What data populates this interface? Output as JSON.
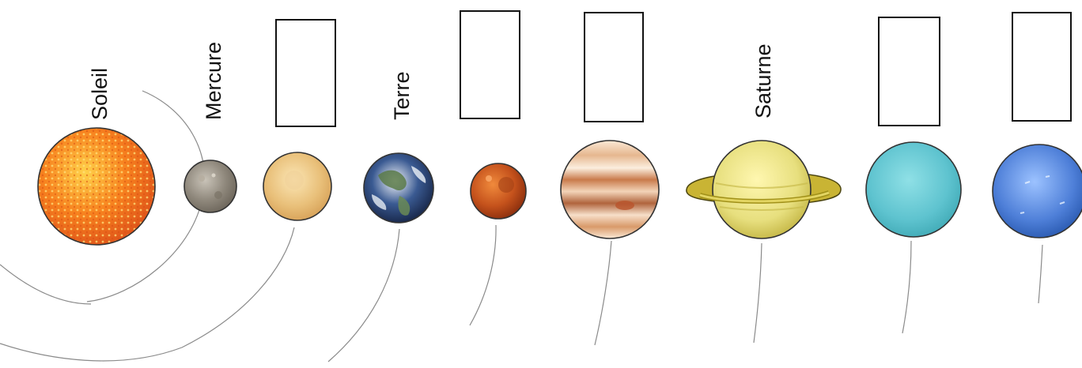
{
  "diagram": {
    "labels": {
      "sun": "Soleil",
      "mercury": "Mercure",
      "earth": "Terre",
      "saturn": "Saturne"
    },
    "bodies": [
      {
        "key": "sun",
        "name": "sun-body",
        "colors": [
          "#ffd24a",
          "#f7811e",
          "#e0561a"
        ]
      },
      {
        "key": "mercury",
        "name": "mercury-planet",
        "colors": [
          "#c9c3b8",
          "#8f887c",
          "#6e675c"
        ]
      },
      {
        "key": "venus",
        "name": "venus-planet",
        "colors": [
          "#fbe6b5",
          "#e9c07a",
          "#d9a55c"
        ]
      },
      {
        "key": "earth",
        "name": "earth-planet",
        "colors": [
          "#f4f6fa",
          "#3a5a92",
          "#1a2a4e"
        ]
      },
      {
        "key": "mars",
        "name": "mars-planet",
        "colors": [
          "#f08a3c",
          "#c5521c",
          "#8e300e"
        ]
      },
      {
        "key": "jupiter",
        "name": "jupiter-planet",
        "colors": [
          "#fbe9d6",
          "#d99a6a",
          "#b0643d"
        ]
      },
      {
        "key": "saturn",
        "name": "saturn-planet",
        "colors": [
          "#fff7b0",
          "#e7df7e",
          "#c9bc4d"
        ]
      },
      {
        "key": "uranus",
        "name": "uranus-planet",
        "colors": [
          "#8fe0e6",
          "#5ec3cf",
          "#45aeba"
        ]
      },
      {
        "key": "neptune",
        "name": "neptune-planet",
        "colors": [
          "#9cc2ff",
          "#4e7fd8",
          "#2f5fb6"
        ]
      }
    ]
  }
}
